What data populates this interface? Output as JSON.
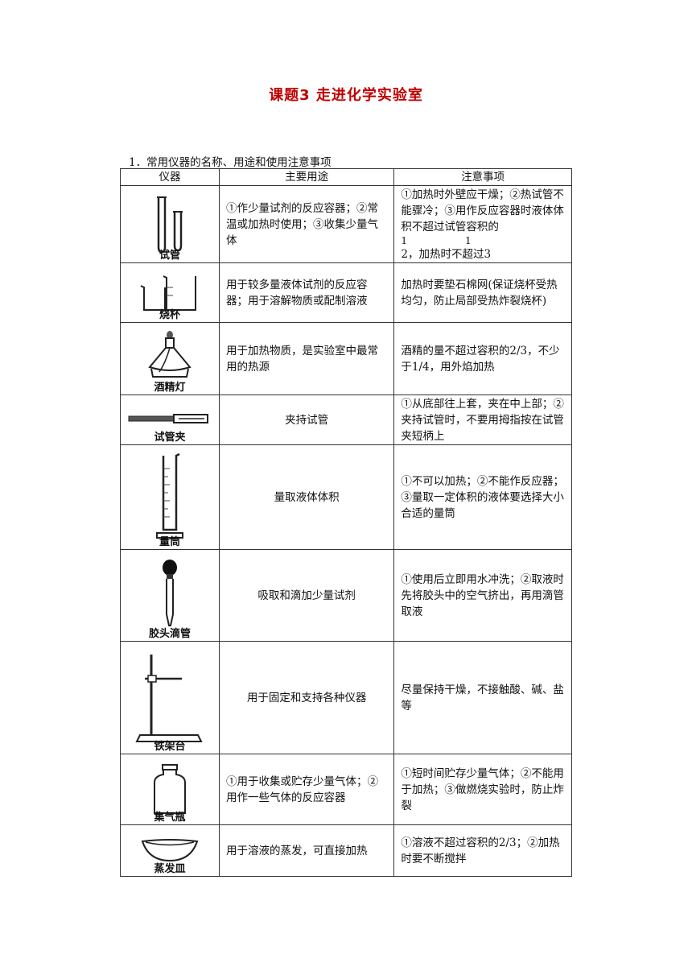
{
  "title": "课题3 走进化学实验室",
  "intro": "1．常用仪器的名称、用途和使用注意事项",
  "headers": {
    "instrument": "仪器",
    "use": "主要用途",
    "note": "注意事项"
  },
  "rows": [
    {
      "name": "试管",
      "use": "①作少量试剂的反应容器；②常温或加热时使用；③收集少量气体",
      "note": "①加热时外壁应干燥；②热试管不能骤冷；③用作反应容器时液体体积不超过试管容积的",
      "note_frac_top": "1　　　　　　1",
      "note_frac_tail": "2，加热时不超过3"
    },
    {
      "name": "烧杯",
      "use": "用于较多量液体试剂的反应容器；用于溶解物质或配制溶液",
      "note": "加热时要垫石棉网(保证烧杯受热均匀，防止局部受热炸裂烧杯)"
    },
    {
      "name": "酒精灯",
      "use": "用于加热物质，是实验室中最常用的热源",
      "note": "酒精的量不超过容积的2/3，不少于1/4，用外焰加热"
    },
    {
      "name": "试管夹",
      "use": "夹持试管",
      "note": "①从底部往上套，夹在中上部；②夹持试管时，不要用拇指按在试管夹短柄上"
    },
    {
      "name": "量筒",
      "use": "量取液体体积",
      "note": "①不可以加热；②不能作反应器；③量取一定体积的液体要选择大小合适的量筒"
    },
    {
      "name": "胶头滴管",
      "use": "吸取和滴加少量试剂",
      "note": "①使用后立即用水冲洗；②取液时先将胶头中的空气挤出，再用滴管取液"
    },
    {
      "name": "铁架台",
      "use": "用于固定和支持各种仪器",
      "note": "尽量保持干燥，不接触酸、碱、盐等"
    },
    {
      "name": "集气瓶",
      "use": "①用于收集或贮存少量气体；②用作一些气体的反应容器",
      "note": "①短时间贮存少量气体；②不能用于加热；③做燃烧实验时，防止炸裂"
    },
    {
      "name": "蒸发皿",
      "use": "用于溶液的蒸发，可直接加热",
      "note": "①溶液不超过容积的2/3；②加热时要不断搅拌"
    }
  ]
}
